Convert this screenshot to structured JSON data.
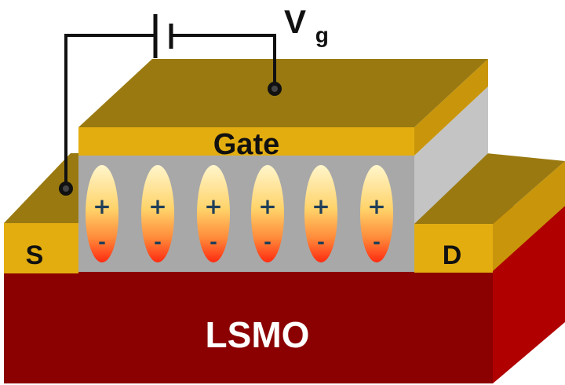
{
  "labels": {
    "gate": "Gate",
    "source": "S",
    "drain": "D",
    "substrate": "LSMO",
    "voltage_main": "V",
    "voltage_sub": "g"
  },
  "dipoles": [
    {
      "top": "+",
      "bottom": "-"
    },
    {
      "top": "+",
      "bottom": "-"
    },
    {
      "top": "+",
      "bottom": "-"
    },
    {
      "top": "+",
      "bottom": "-"
    },
    {
      "top": "+",
      "bottom": "-"
    },
    {
      "top": "+",
      "bottom": "-"
    }
  ],
  "colors": {
    "substrate_front": "#8b0000",
    "substrate_side": "#b00000",
    "substrate_top": "#9c0a0a",
    "metal_top": "#9a7a10",
    "metal_front": "#e3ad10",
    "metal_side": "#c9960b",
    "dielectric_front": "#a8a8a8",
    "dielectric_side": "#c4c4c4",
    "wire": "#111111"
  }
}
